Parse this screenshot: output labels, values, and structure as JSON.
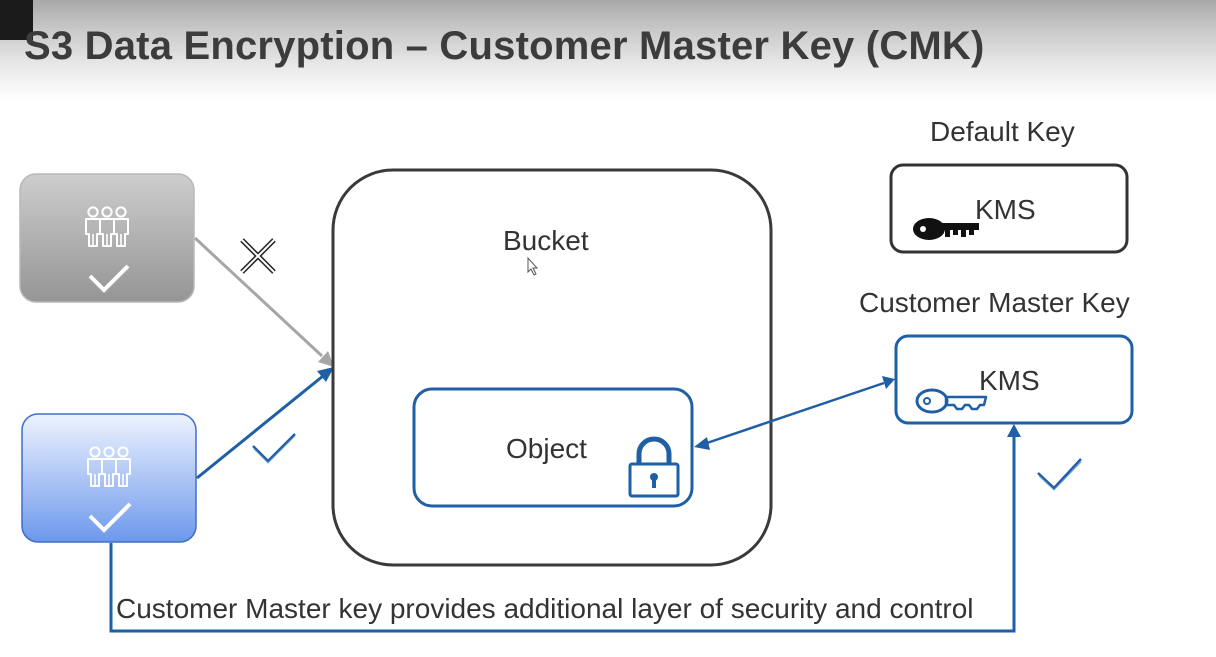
{
  "slide": {
    "title": "S3 Data Encryption – Customer Master Key (CMK)"
  },
  "diagram": {
    "bucket_label": "Bucket",
    "object_label": "Object",
    "default_key": {
      "heading": "Default Key",
      "box_label": "KMS"
    },
    "customer_master_key": {
      "heading": "Customer Master Key",
      "box_label": "KMS"
    },
    "caption": "Customer Master key provides additional layer of security and control"
  },
  "colors": {
    "accent_blue": "#1f5fa6",
    "gray_arrow": "#a6a6a6",
    "box_outline": "#3a3a3a",
    "user_group_gray": "#a9a9a9",
    "user_group_blue": "#7fa6ec"
  }
}
